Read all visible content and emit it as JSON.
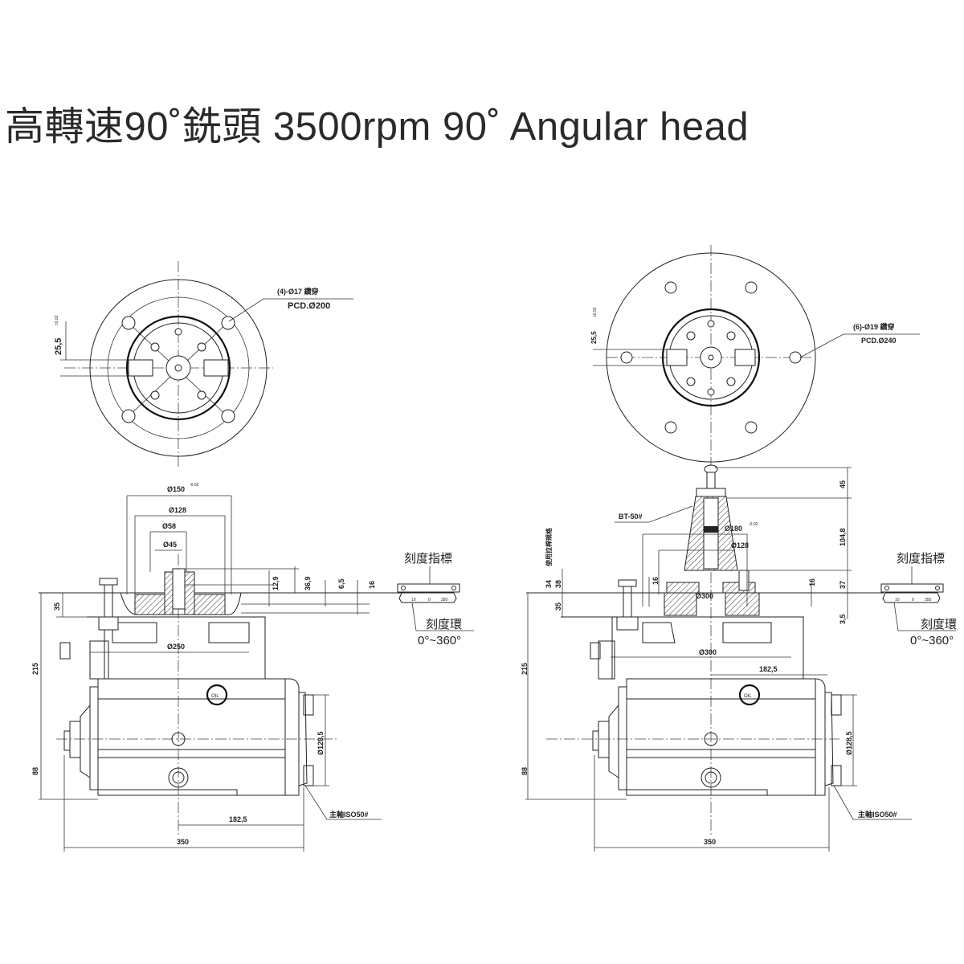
{
  "title": "高轉速90˚銑頭 3500rpm 90˚ Angular head",
  "left_view": {
    "top": {
      "bolt_holes": "(4)-Ø17 鑽穿",
      "pcd": "PCD.Ø200",
      "key_dim": "25,5",
      "key_tol": "±0.02"
    },
    "side": {
      "d150": "Ø150",
      "d150_tol": "-0.02",
      "d128": "Ø128",
      "d58": "Ø58",
      "d45": "Ø45",
      "h12_9": "12,9",
      "h36_9": "36,9",
      "h6_5": "6,5",
      "h16": "16",
      "h35": "35",
      "h215": "215",
      "h88": "88",
      "d250": "Ø250",
      "d128_5": "Ø128,5",
      "w182_5": "182,5",
      "w350": "350",
      "spindle": "主軸ISO50#",
      "oil": "OIL",
      "scale_pointer": "刻度指標",
      "scale_ring": "刻度環",
      "scale_range": "0°~360°",
      "scale_ticks": [
        "10",
        "0",
        "350"
      ]
    }
  },
  "right_view": {
    "top": {
      "bolt_holes": "(6)-Ø19 鑽穿",
      "pcd": "PCD.Ø240",
      "key_dim": "25,5",
      "key_tol": "±0.02"
    },
    "side": {
      "holder": "BT-50#",
      "pull_stud_note": "使用拉桿規格",
      "h45": "45",
      "h104_8": "104,8",
      "h37": "37",
      "h16a": "16",
      "h16b": "16",
      "h3_5": "3,5",
      "h34": "34",
      "h38": "38",
      "h35": "35",
      "h215": "215",
      "h88": "88",
      "d180": "Ø180",
      "d180_tol": "-0.02",
      "d128": "Ø128",
      "d300a": "Ø300",
      "d300b": "Ø300",
      "d128_5": "Ø128,5",
      "w182_5": "182,5",
      "w350": "350",
      "spindle": "主軸ISO50#",
      "oil": "OIL",
      "scale_pointer": "刻度指標",
      "scale_ring": "刻度環",
      "scale_range": "0°~360°",
      "scale_ticks": [
        "10",
        "0",
        "350"
      ]
    }
  }
}
